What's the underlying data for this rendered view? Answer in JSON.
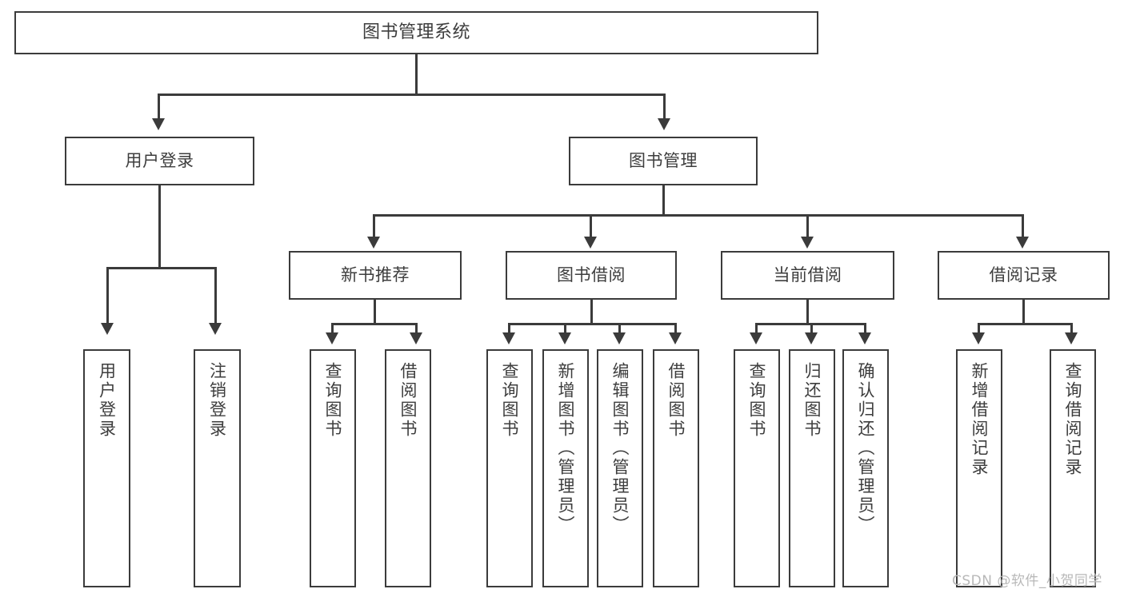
{
  "diagram": {
    "title": "图书管理系统",
    "type": "hierarchy-tree",
    "root": {
      "label": "图书管理系统"
    },
    "level1": [
      {
        "label": "用户登录"
      },
      {
        "label": "图书管理"
      }
    ],
    "level2": [
      {
        "label": "新书推荐"
      },
      {
        "label": "图书借阅"
      },
      {
        "label": "当前借阅"
      },
      {
        "label": "借阅记录"
      }
    ],
    "leaves": {
      "user_login": [
        {
          "label": "用户登录"
        },
        {
          "label": "注销登录"
        }
      ],
      "new_book_recommend": [
        {
          "label": "查询图书"
        },
        {
          "label": "借阅图书"
        }
      ],
      "book_borrow": [
        {
          "label": "查询图书"
        },
        {
          "label": "新增图书（管理员）"
        },
        {
          "label": "编辑图书（管理员）"
        },
        {
          "label": "借阅图书"
        }
      ],
      "current_borrow": [
        {
          "label": "查询图书"
        },
        {
          "label": "归还图书"
        },
        {
          "label": "确认归还（管理员）"
        }
      ],
      "borrow_record": [
        {
          "label": "新增借阅记录"
        },
        {
          "label": "查询借阅记录"
        }
      ]
    }
  },
  "watermark": {
    "text": "CSDN @软件_小贺同学"
  },
  "colors": {
    "stroke": "#3b3b3b",
    "text": "#3d3d3d",
    "background": "#ffffff",
    "watermark": "#b8b8b8"
  }
}
